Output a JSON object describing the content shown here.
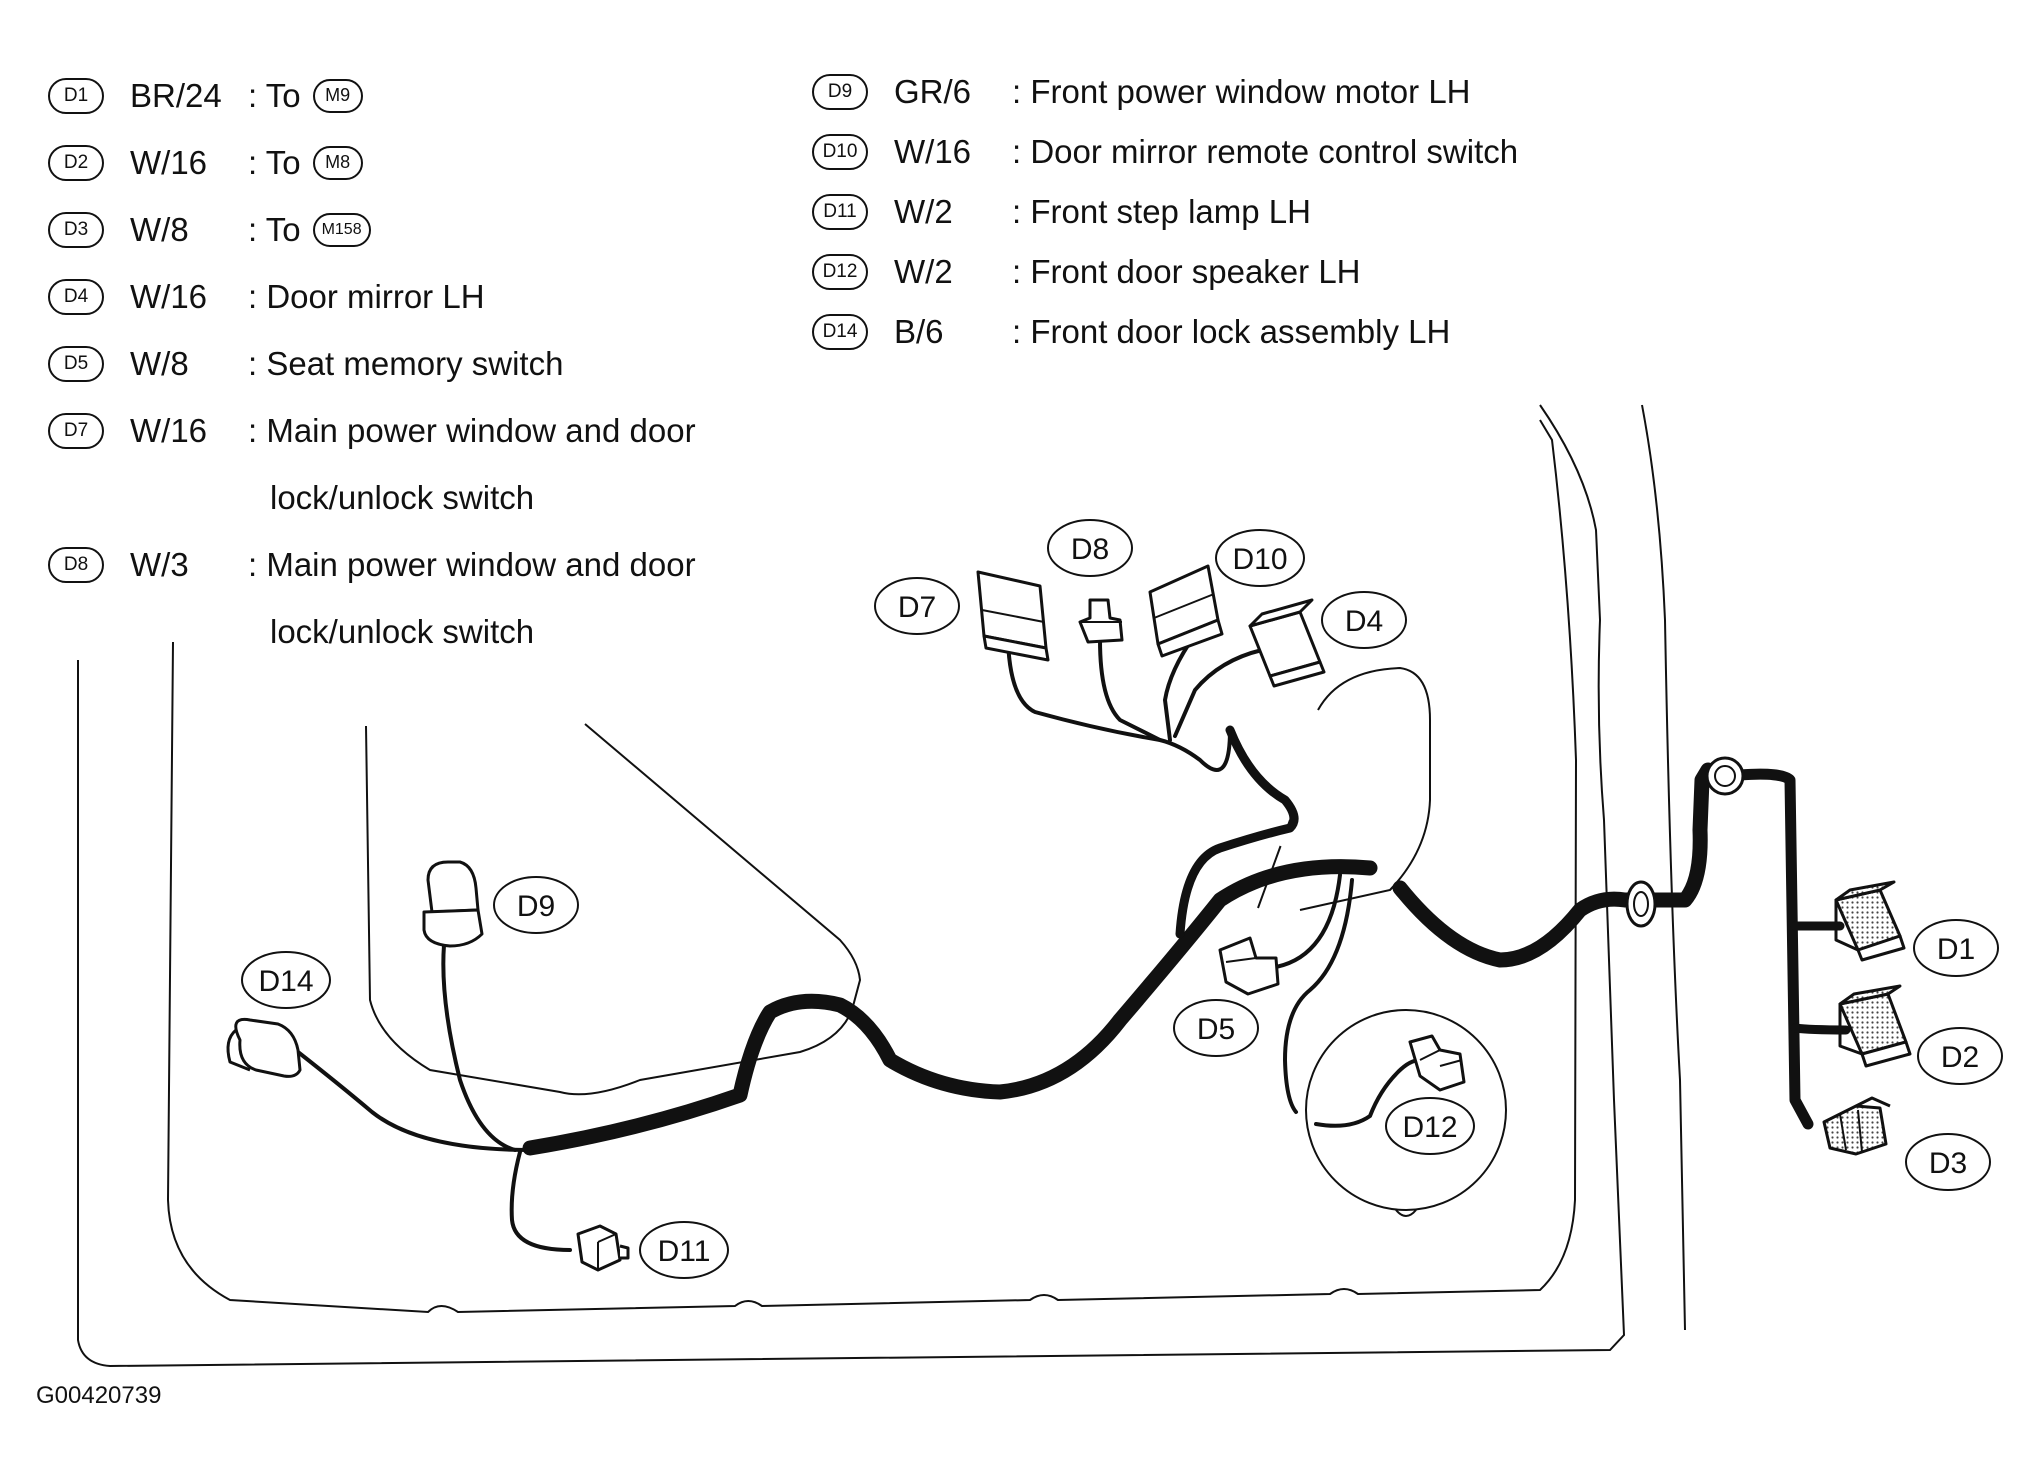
{
  "legend_left": [
    {
      "code": "D1",
      "wire": "BR/24",
      "desc": ": To",
      "to": "M9"
    },
    {
      "code": "D2",
      "wire": "W/16",
      "desc": ": To",
      "to": "M8"
    },
    {
      "code": "D3",
      "wire": "W/8",
      "desc": ": To",
      "to": "M158"
    },
    {
      "code": "D4",
      "wire": "W/16",
      "desc": ": Door mirror LH"
    },
    {
      "code": "D5",
      "wire": "W/8",
      "desc": ": Seat memory switch"
    },
    {
      "code": "D7",
      "wire": "W/16",
      "desc": ": Main power window and door",
      "cont": "lock/unlock switch"
    },
    {
      "code": "D8",
      "wire": "W/3",
      "desc": ": Main power window and door",
      "cont": "lock/unlock switch"
    }
  ],
  "legend_right": [
    {
      "code": "D9",
      "wire": "GR/6",
      "desc": ": Front power window motor LH"
    },
    {
      "code": "D10",
      "wire": "W/16",
      "desc": ": Door mirror remote control switch"
    },
    {
      "code": "D11",
      "wire": "W/2",
      "desc": ": Front step lamp LH"
    },
    {
      "code": "D12",
      "wire": "W/2",
      "desc": ": Front door speaker LH"
    },
    {
      "code": "D14",
      "wire": "B/6",
      "desc": ": Front door lock assembly LH"
    }
  ],
  "callouts": {
    "d1": "D1",
    "d2": "D2",
    "d3": "D3",
    "d4": "D4",
    "d5": "D5",
    "d7": "D7",
    "d8": "D8",
    "d9": "D9",
    "d10": "D10",
    "d11": "D11",
    "d12": "D12",
    "d14": "D14"
  },
  "figure_code": "G00420739"
}
